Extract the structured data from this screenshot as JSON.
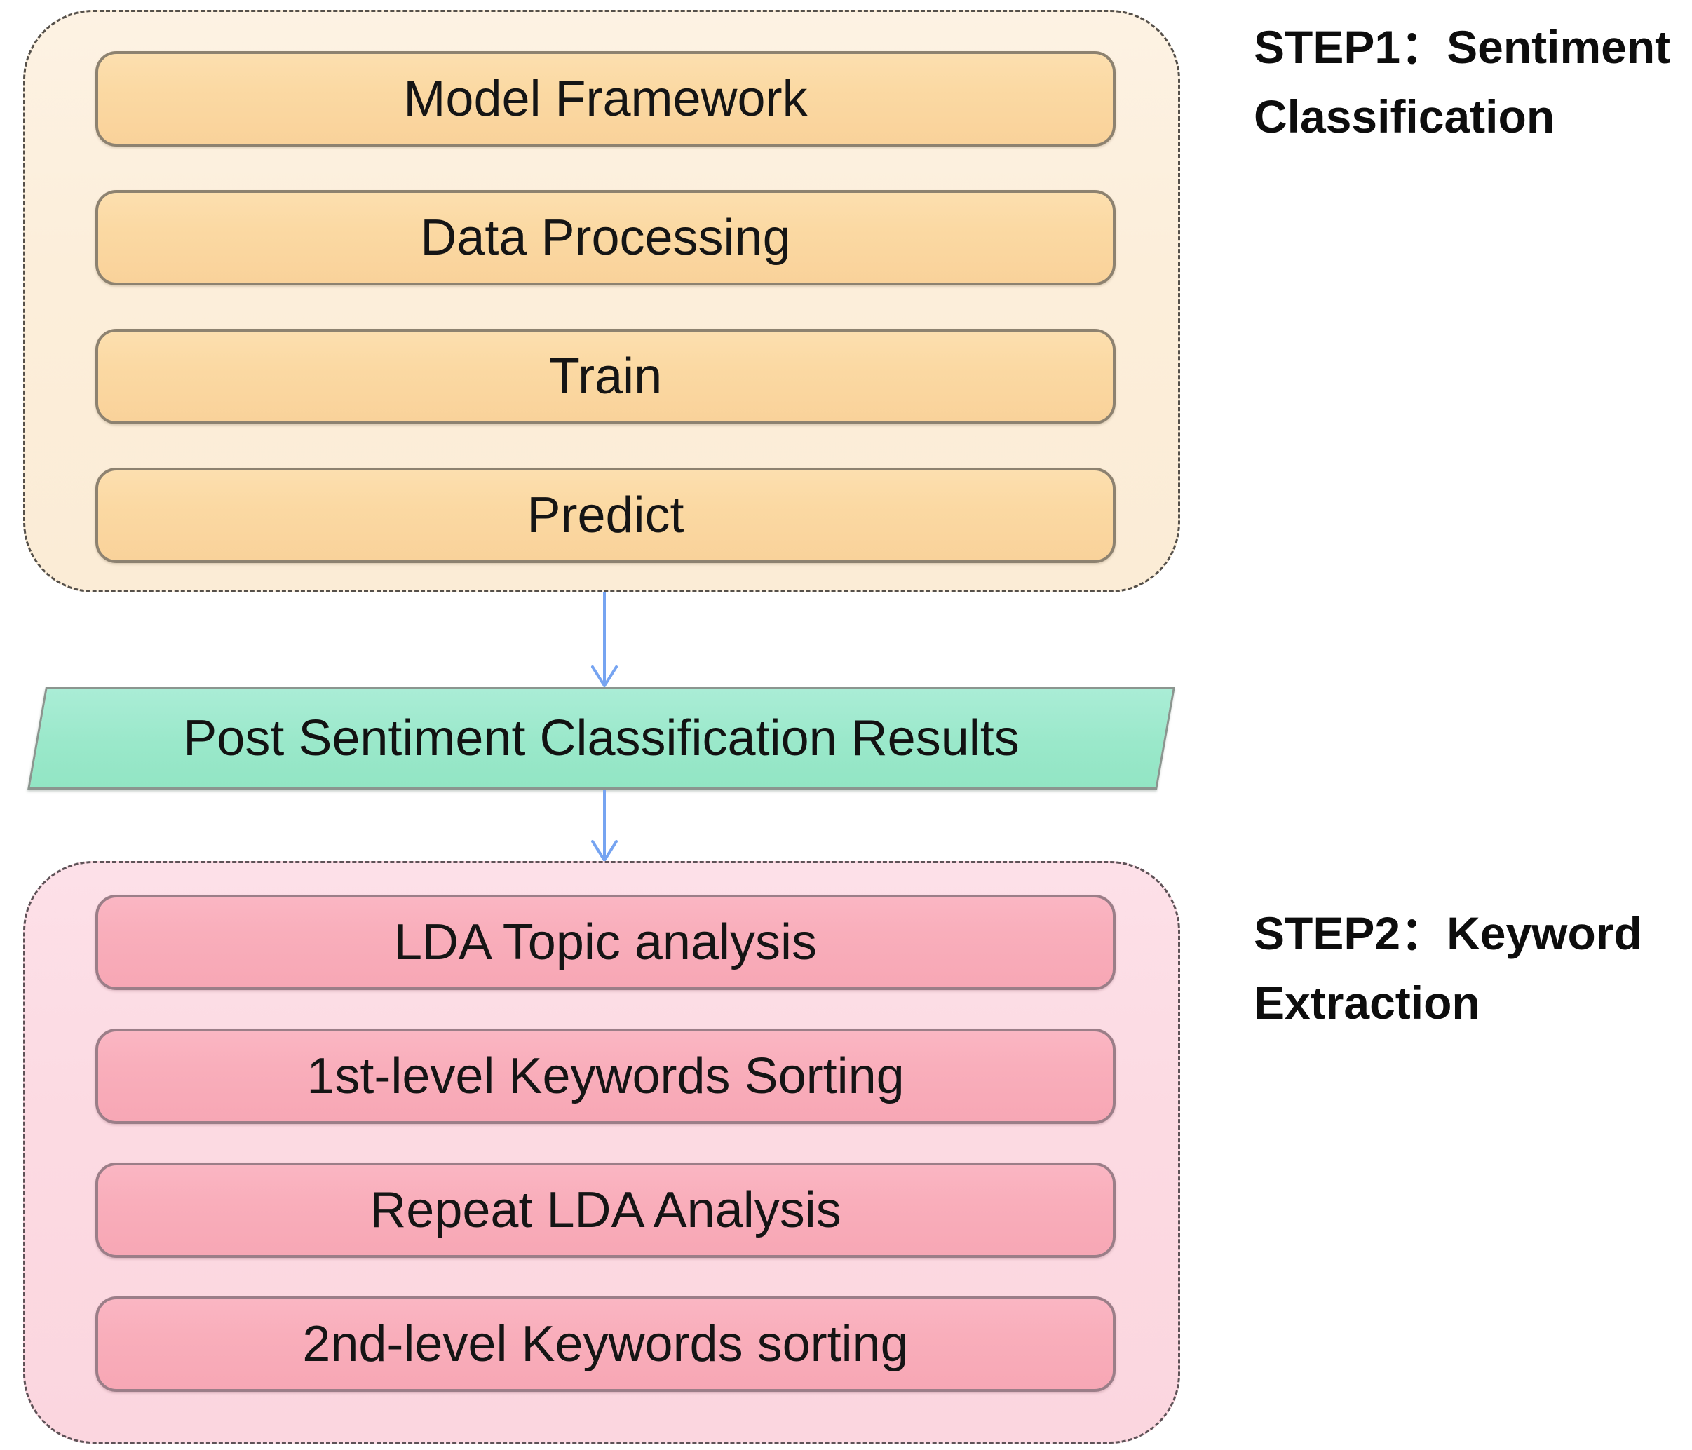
{
  "diagram": {
    "step1": {
      "title": "STEP1：Sentiment Classification",
      "boxes": [
        "Model Framework",
        "Data Processing",
        "Train",
        "Predict"
      ]
    },
    "connector": {
      "label": "Post Sentiment Classification Results"
    },
    "step2": {
      "title": "STEP2：Keyword Extraction",
      "boxes": [
        "LDA Topic analysis",
        "1st-level Keywords Sorting",
        "Repeat LDA Analysis",
        "2nd-level Keywords sorting"
      ]
    },
    "colors": {
      "step1_container_fill": "#fceeda",
      "step1_node_fill": "#fbd9a3",
      "step1_node_border": "#8d8270",
      "step2_container_fill": "#fcdae2",
      "step2_node_fill": "#f9aebb",
      "step2_node_border": "#9b7e88",
      "connector_fill": "#9ae8ca",
      "connector_border": "#8b958f",
      "arrow": "#76a4f1",
      "text": "#141414"
    }
  }
}
